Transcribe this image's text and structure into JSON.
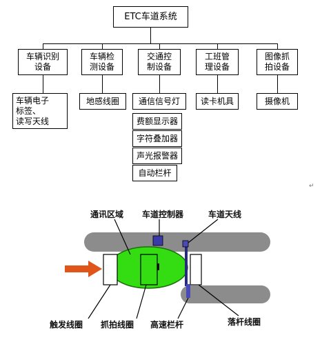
{
  "tree": {
    "root": "ETC车道系统",
    "subsystems": [
      {
        "label": "车辆识别\n设备",
        "items": [
          "车辆电子\n标签、\n读写天线"
        ]
      },
      {
        "label": "车辆检\n测设备",
        "items": [
          "地感线圈"
        ]
      },
      {
        "label": "交通控\n制设备",
        "items": [
          "通信信号灯",
          "费额显示器",
          "字符叠加器",
          "声光报警器",
          "自动栏杆"
        ]
      },
      {
        "label": "工班管\n理设备",
        "items": [
          "读卡机具"
        ]
      },
      {
        "label": "图像抓\n拍设备",
        "items": [
          "摄像机"
        ]
      }
    ]
  },
  "layout_diagram": {
    "labels": {
      "comm_zone": "通讯区域",
      "lane_controller": "车道控制器",
      "lane_antenna": "车道天线",
      "trigger_coil": "触发线圈",
      "capture_coil": "抓拍线圈",
      "barrier": "高速栏杆",
      "drop_coil": "落杆线圈"
    },
    "colors": {
      "road": "#8c8c8c",
      "comm_zone": "#33dd11",
      "controller": "#3a3aa8",
      "arrow": "#e0561a"
    }
  }
}
